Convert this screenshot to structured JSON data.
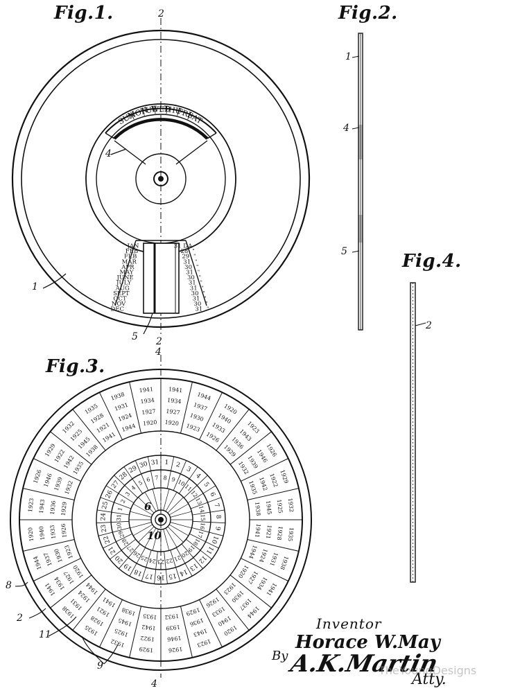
{
  "figures": {
    "fig1": {
      "title": "Fig.1.",
      "days": [
        "SUN",
        "MON",
        "TUE",
        "WED",
        "THU",
        "FRI",
        "SAT"
      ],
      "months": [
        "JAN",
        "FEB",
        "FEB",
        "MAR",
        "APR",
        "MAY",
        "JUNE",
        "JULY",
        "AUG",
        "SEPT",
        "OCT",
        "NOV",
        "DEC"
      ],
      "days_in_month": [
        "31 DA",
        "28",
        "29",
        "31",
        "30",
        "31",
        "30",
        "31",
        "31",
        "30",
        "31",
        "30",
        "31"
      ],
      "ditto": "\"",
      "refs": {
        "r2_top": "2",
        "r4": "4",
        "r1": "1",
        "r5": "5",
        "r2_bottom": "2"
      }
    },
    "fig2": {
      "title": "Fig.2.",
      "refs": {
        "r1": "1",
        "r4": "4",
        "r5": "5"
      }
    },
    "fig3": {
      "title": "Fig.3.",
      "refs": {
        "r4_top": "4",
        "r6": "6",
        "r10": "10",
        "r8": "8",
        "r2": "2",
        "r11": "11",
        "r9": "9",
        "r4_bottom": "4"
      },
      "date_numbers": [
        "1",
        "2",
        "3",
        "4",
        "5",
        "6",
        "7",
        "8",
        "9",
        "10",
        "11",
        "12",
        "13",
        "14",
        "15",
        "16",
        "17",
        "18",
        "19",
        "20",
        "21",
        "22",
        "23",
        "24",
        "25",
        "26",
        "27",
        "28",
        "29",
        "30",
        "31"
      ],
      "year_numbers": [
        "1920",
        "1921",
        "1922",
        "1923",
        "1924",
        "1925",
        "1926",
        "1927",
        "1928",
        "1929",
        "1930",
        "1931",
        "1932",
        "1933",
        "1934",
        "1935",
        "1936",
        "1937",
        "1938",
        "1939",
        "1940",
        "1941",
        "1942",
        "1943",
        "1944",
        "1945",
        "1946"
      ]
    },
    "fig4": {
      "title": "Fig.4.",
      "refs": {
        "r2": "2"
      }
    }
  },
  "signature": {
    "inventor_label": "Inventor",
    "inventor_name": "Horace W.May",
    "by": "By",
    "attorney_signature": "A.K.Martin",
    "attorney_label": "Atty."
  },
  "watermark": "TheYoungDesigns"
}
